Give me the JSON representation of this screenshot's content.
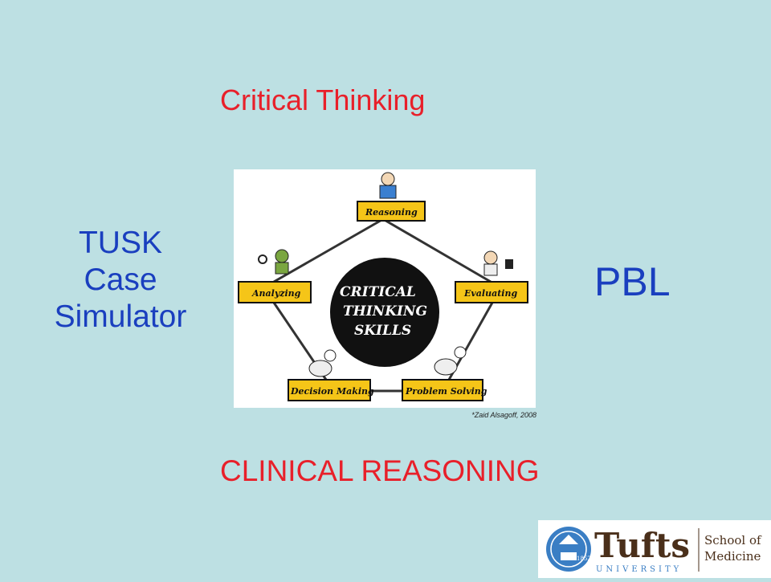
{
  "headings": {
    "top": "Critical Thinking",
    "left": "TUSK\nCase\nSimulator",
    "right": "PBL",
    "bottom": "CLINICAL REASONING"
  },
  "diagram": {
    "center_lines": [
      "CRITICAL",
      "THINKING",
      "SKILLS"
    ],
    "nodes": [
      "Reasoning",
      "Evaluating",
      "Problem Solving",
      "Decision Making",
      "Analyzing"
    ],
    "credit": "*Zaid Alsagoff, 2008"
  },
  "logo": {
    "wordmark": "Tufts",
    "sub": "UNIVERSITY",
    "school_line1": "School of",
    "school_line2": "Medicine",
    "seal_year": "1852"
  },
  "colors": {
    "background": "#bde0e3",
    "red_text": "#e8202a",
    "blue_text": "#1a3fbf",
    "box_fill": "#f5c518",
    "tufts_blue": "#3a7ec4",
    "tufts_brown": "#4a2f1a"
  }
}
